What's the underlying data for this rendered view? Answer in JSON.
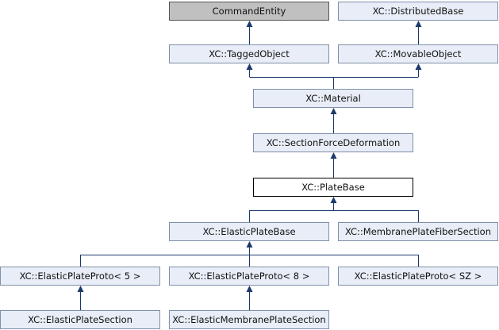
{
  "colors": {
    "edge": "#1b3a6b",
    "node_fill": "#e8edf7",
    "node_border": "#7f8fa9",
    "root_fill": "#c0c0c0",
    "current_fill": "#ffffff"
  },
  "nodes": {
    "command_entity": "CommandEntity",
    "distributed_base": "XC::DistributedBase",
    "tagged_object": "XC::TaggedObject",
    "movable_object": "XC::MovableObject",
    "material": "XC::Material",
    "section_force_deformation": "XC::SectionForceDeformation",
    "plate_base": "XC::PlateBase",
    "elastic_plate_base": "XC::ElasticPlateBase",
    "membrane_plate_fiber_section": "XC::MembranePlateFiberSection",
    "elastic_plate_proto_5": "XC::ElasticPlateProto< 5 >",
    "elastic_plate_proto_8": "XC::ElasticPlateProto< 8 >",
    "elastic_plate_proto_sz": "XC::ElasticPlateProto< SZ >",
    "elastic_plate_section": "XC::ElasticPlateSection",
    "elastic_membrane_plate_section": "XC::ElasticMembranePlateSection"
  }
}
